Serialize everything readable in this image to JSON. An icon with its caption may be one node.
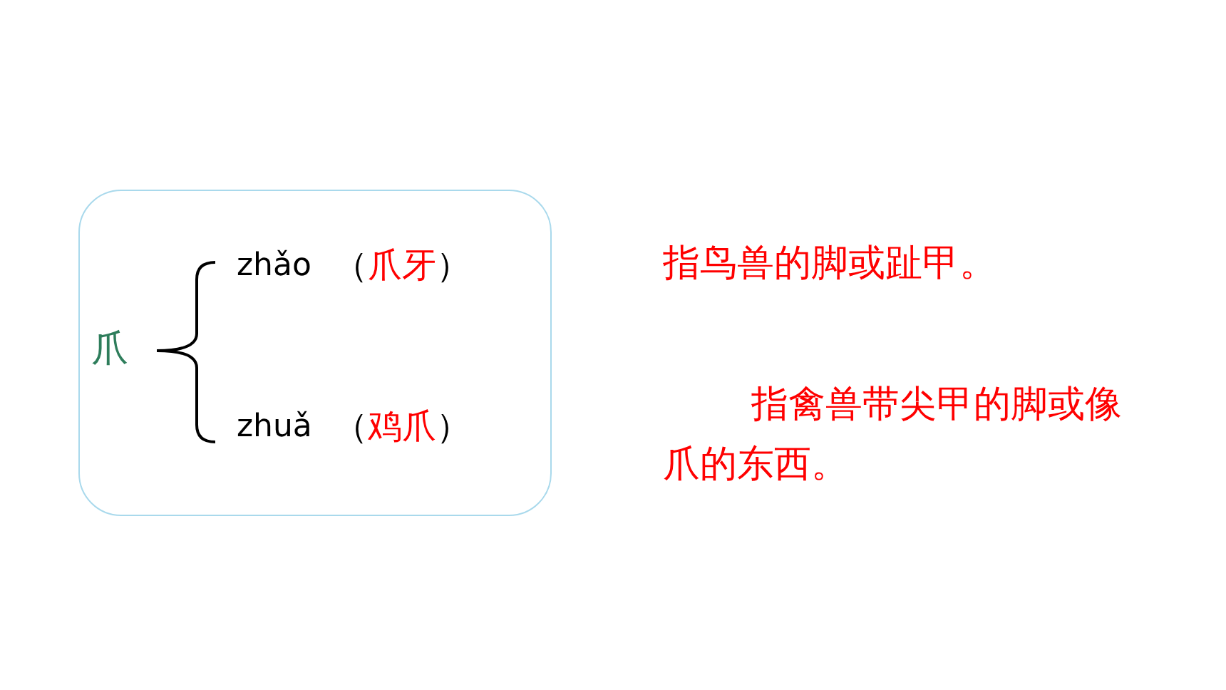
{
  "diagram": {
    "nodes": [
      {
        "text": [
          "爪",
          "zhǎo",
          "（爪牙）",
          "zhuǎ",
          "（鸡爪）"
        ]
      }
    ],
    "labels": [
      "指鸟兽的脚或趾甲。",
      "指禽兽带尖甲的脚或像爪的东西。"
    ]
  }
}
